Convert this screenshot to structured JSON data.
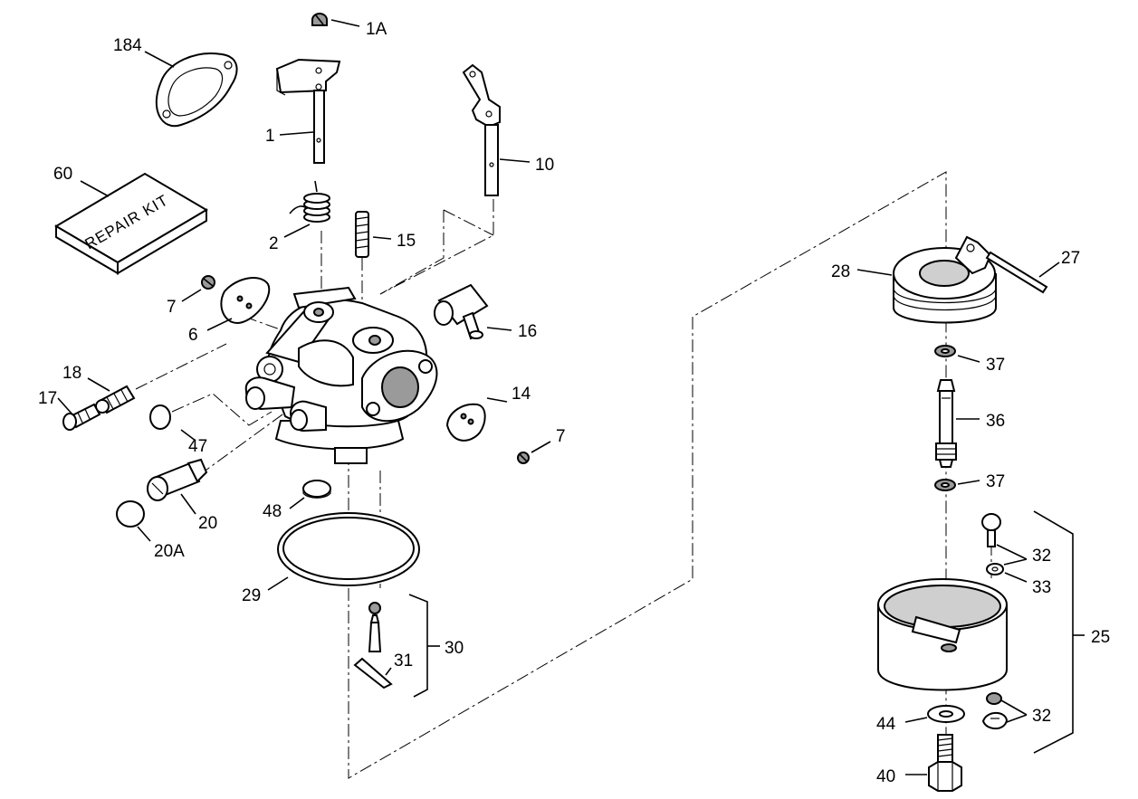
{
  "labels": {
    "l_1A": "1A",
    "l_184": "184",
    "l_1": "1",
    "l_10": "10",
    "l_60": "60",
    "kit_text": "REPAIR KIT",
    "l_2": "2",
    "l_15": "15",
    "l_28": "28",
    "l_27": "27",
    "l_7a": "7",
    "l_6": "6",
    "l_16": "16",
    "l_18": "18",
    "l_17": "17",
    "l_37a": "37",
    "l_36": "36",
    "l_47": "47",
    "l_14": "14",
    "l_7b": "7",
    "l_37b": "37",
    "l_20": "20",
    "l_48": "48",
    "l_20A": "20A",
    "l_32a": "32",
    "l_33": "33",
    "l_29": "29",
    "l_25": "25",
    "l_30": "30",
    "l_31": "31",
    "l_44": "44",
    "l_32b": "32",
    "l_40": "40"
  }
}
